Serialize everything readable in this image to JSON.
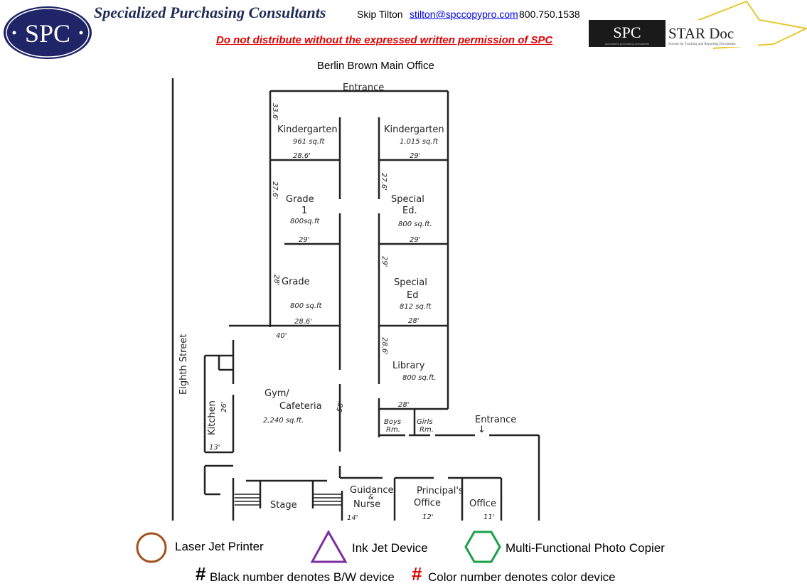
{
  "header": {
    "logo_text": "SPC",
    "company": "Specialized Purchasing Consultants",
    "contact_name": "Skip Tilton",
    "contact_email": "stilton@spccopypro.com",
    "contact_phone": "800.750.1538",
    "warning": "Do not distribute without the expressed written permission of SPC",
    "stardoc_logo": {
      "spc": "SPC",
      "name": "STAR Doc",
      "tagline": "System for Tracking and Reporting Documents",
      "sub": "specialized purchasing consultants"
    }
  },
  "title": "Berlin Brown Main Office",
  "floorplan": {
    "street": "Eighth Street",
    "entrance_top": "Entrance",
    "entrance_right": "Entrance",
    "rooms": {
      "kg_left": {
        "name": "Kindergarten",
        "area": "961 sq.ft",
        "dim1": "33.6'",
        "dim2": "28.6'"
      },
      "kg_right": {
        "name": "Kindergarten",
        "area": "1,015 sq.ft",
        "dim2": "29'"
      },
      "grade1": {
        "name": "Grade",
        "num": "1",
        "area": "800sq.ft",
        "dim1": "27.6'",
        "dim2": "29'"
      },
      "sped1": {
        "name": "Special",
        "name2": "Ed.",
        "area": "800 sq.ft.",
        "dim1": "27.6'",
        "dim2": "29'"
      },
      "grade2": {
        "name": "Grade",
        "area": "800 sq.ft",
        "dim1": "28'",
        "dim2": "28.6'"
      },
      "sped2": {
        "name": "Special",
        "name2": "Ed",
        "area": "812 sq.ft",
        "dim1": "29'",
        "dim2": "28'"
      },
      "library": {
        "name": "Library",
        "area": "800 sq.ft.",
        "dim1": "28.6'",
        "dim2": "28'"
      },
      "gym": {
        "name": "Gym/",
        "name2": "Cafeteria",
        "area": "2,240 sq.ft.",
        "dim1": "40'",
        "dim2": "56'"
      },
      "kitchen": {
        "name": "Kitchen",
        "dim1": "26'",
        "dim2": "13'"
      },
      "boys": {
        "name": "Boys",
        "name2": "Rm."
      },
      "girls": {
        "name": "Girls",
        "name2": "Rm."
      },
      "stage": {
        "name": "Stage"
      },
      "guidance": {
        "name": "Guidance",
        "amp": "&",
        "name2": "Nurse",
        "dim": "14'"
      },
      "principal": {
        "name": "Principal's",
        "name2": "Office",
        "dim": "12'"
      },
      "office": {
        "name": "Office",
        "dim": "11'"
      }
    }
  },
  "legend": {
    "laser": "Laser Jet Printer",
    "inkjet": "Ink Jet Device",
    "mfp": "Multi-Functional Photo Copier",
    "hash": "#",
    "bw": "Black number denotes B/W device",
    "color": "Color number denotes color device",
    "colors": {
      "laser": "#a0521e",
      "inkjet": "#7b2fa0",
      "mfp": "#1aa04a",
      "bw": "#000000",
      "color": "#e00000"
    }
  }
}
